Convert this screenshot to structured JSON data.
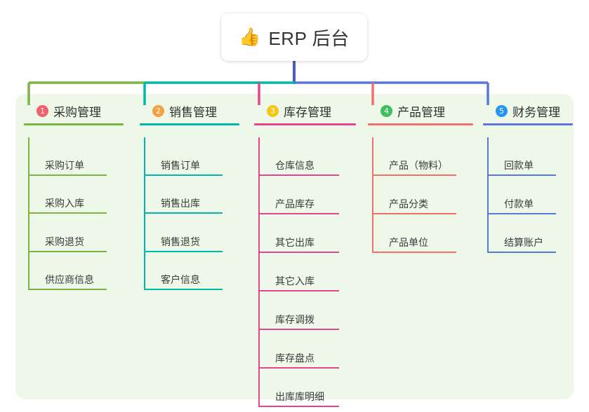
{
  "root": {
    "icon": "thumbs-up-emoji",
    "emoji": "👍",
    "title": "ERP 后台"
  },
  "colors": {
    "panel_bg": "#eef8e9",
    "page_bg": "#ffffff",
    "root_stem": "#4a5fc1",
    "branch_1": "#7cb342",
    "branch_2": "#00b8a9",
    "branch_3": "#e8438f",
    "branch_4": "#f1706b",
    "branch_5": "#5b78d6",
    "badge_1": "#f25f6d",
    "badge_2": "#f5a142",
    "badge_3": "#f5c518",
    "badge_4": "#3fbf5f",
    "badge_5": "#2196f3",
    "text": "#2f2f2f"
  },
  "branches": [
    {
      "number": "1",
      "label": "采购管理",
      "badge_color": "#f25f6d",
      "line_color": "#7cb342",
      "items": [
        {
          "label": "采购订单"
        },
        {
          "label": "采购入库"
        },
        {
          "label": "采购退货"
        },
        {
          "label": "供应商信息"
        }
      ]
    },
    {
      "number": "2",
      "label": "销售管理",
      "badge_color": "#f5a142",
      "line_color": "#00b8a9",
      "items": [
        {
          "label": "销售订单"
        },
        {
          "label": "销售出库"
        },
        {
          "label": "销售退货"
        },
        {
          "label": "客户信息"
        }
      ]
    },
    {
      "number": "3",
      "label": "库存管理",
      "badge_color": "#f5c518",
      "line_color": "#e8438f",
      "items": [
        {
          "label": "仓库信息"
        },
        {
          "label": "产品库存"
        },
        {
          "label": "其它出库"
        },
        {
          "label": "其它入库"
        },
        {
          "label": "库存调拨"
        },
        {
          "label": "库存盘点"
        },
        {
          "label": "出库库明细"
        }
      ]
    },
    {
      "number": "4",
      "label": "产品管理",
      "badge_color": "#3fbf5f",
      "line_color": "#f1706b",
      "items": [
        {
          "label": "产品（物料）"
        },
        {
          "label": "产品分类"
        },
        {
          "label": "产品单位"
        }
      ]
    },
    {
      "number": "5",
      "label": "财务管理",
      "badge_color": "#2196f3",
      "line_color": "#5b78d6",
      "items": [
        {
          "label": "回款单"
        },
        {
          "label": "付款单"
        },
        {
          "label": "结算账户"
        }
      ]
    }
  ]
}
